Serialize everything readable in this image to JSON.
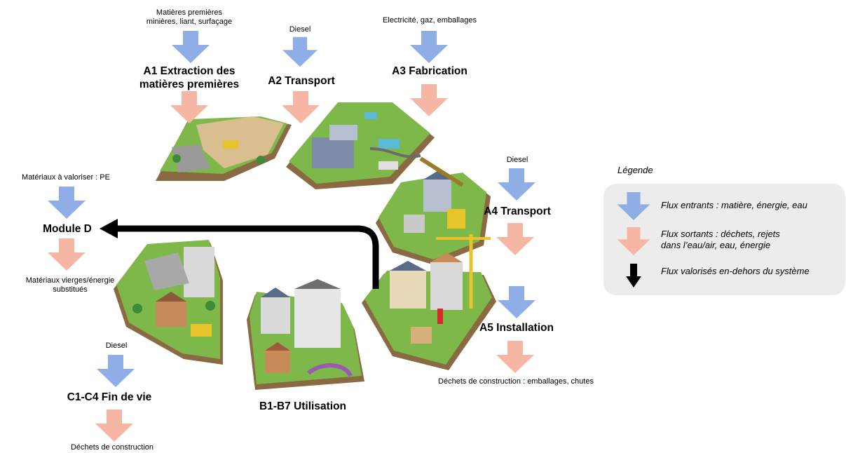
{
  "colors": {
    "inflow": "#8faee6",
    "outflow": "#f5b7a3",
    "valorised": "#000000",
    "ground": "#7fb84a",
    "soil": "#8a6a42",
    "building": "#d9d9d9",
    "roof": "#5a6b88",
    "legend_bg": "#ececec"
  },
  "icons": {
    "inflow": "arrow-down-icon",
    "outflow": "arrow-down-icon",
    "valorised": "arrow-down-icon"
  },
  "stages": {
    "a1": {
      "title_line1": "A1 Extraction des",
      "title_line2": "matières premières",
      "input_line1": "Matières premières",
      "input_line2": "minières, liant, surfaçage"
    },
    "a2": {
      "title": "A2 Transport",
      "input": "Diesel"
    },
    "a3": {
      "title": "A3 Fabrication",
      "input": "Electricité, gaz, emballages"
    },
    "a4": {
      "title": "A4 Transport",
      "input": "Diesel"
    },
    "a5": {
      "title": "A5 Installation",
      "output": "Déchets de construction : emballages,  chutes"
    },
    "b": {
      "title": "B1-B7 Utilisation"
    },
    "c": {
      "title": "C1-C4 Fin de vie",
      "input": "Diesel",
      "output": "Déchets de construction"
    },
    "d": {
      "title": "Module D",
      "input": "Matériaux  à valoriser : PE",
      "output_line1": "Matériaux vierges/énergie",
      "output_line2": "substitués"
    }
  },
  "legend": {
    "title": "Légende",
    "inflow": "Flux entrants : matière, énergie, eau",
    "outflow_line1": "Flux sortants : déchets, rejets",
    "outflow_line2": "dans l’eau/air, eau, énergie",
    "valorised": "Flux valorisés en-dehors du système"
  }
}
